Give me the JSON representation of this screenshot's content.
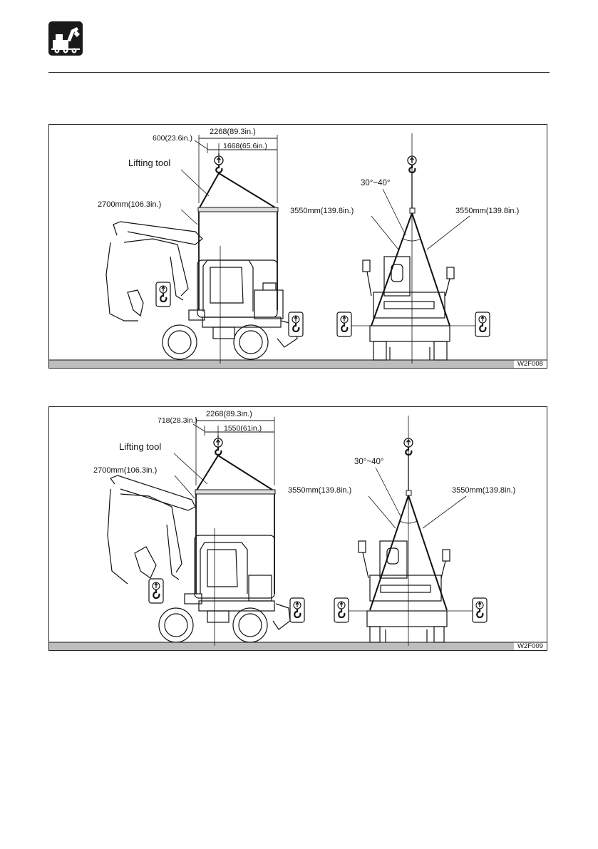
{
  "figures": [
    {
      "code": "W2F008",
      "overall_width": "2268(89.3in.)",
      "offset_left": "600(23.6in.)",
      "offset_right": "1668(65.6in.)",
      "tool_label": "Lifting tool",
      "side_sling": "2700mm(106.3in.)",
      "angle": "30°~40°",
      "front_sling_left": "3550mm(139.8in.)",
      "front_sling_right": "3550mm(139.8in.)"
    },
    {
      "code": "W2F009",
      "overall_width": "2268(89.3in.)",
      "offset_left": "718(28.3in.)",
      "offset_right": "1550(61in.)",
      "tool_label": "Lifting tool",
      "side_sling": "2700mm(106.3in.)",
      "angle": "30°~40°",
      "front_sling_left": "3550mm(139.8in.)",
      "front_sling_right": "3550mm(139.8in.)"
    }
  ]
}
